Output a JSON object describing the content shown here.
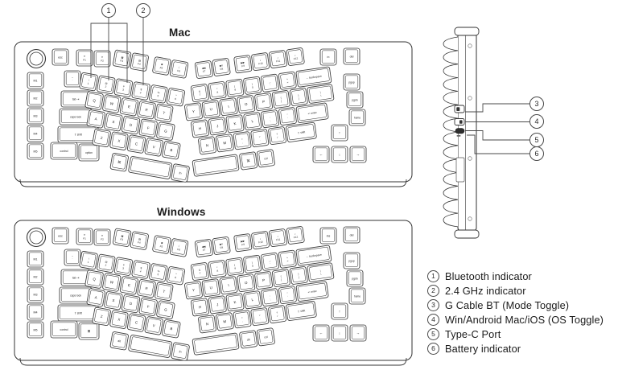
{
  "titles": {
    "mac": "Mac",
    "windows": "Windows"
  },
  "legend": {
    "items": [
      {
        "num": "1",
        "text": "Bluetooth indicator"
      },
      {
        "num": "2",
        "text": "2.4 GHz indicator"
      },
      {
        "num": "3",
        "text": "G Cable BT (Mode Toggle)"
      },
      {
        "num": "4",
        "text": "Win/Android Mac/iOS (OS Toggle)"
      },
      {
        "num": "5",
        "text": "Type-C Port"
      },
      {
        "num": "6",
        "text": "Battery indicator"
      }
    ]
  },
  "callouts": {
    "top": [
      "1",
      "2"
    ],
    "side": [
      "3",
      "4",
      "5",
      "6"
    ]
  },
  "colors": {
    "line": "#333333",
    "key_line": "#383838",
    "text": "#1a1a1a",
    "screw": "#8a8a8a",
    "port_fill": "#2e2e2e"
  },
  "keyboards": {
    "mac": {
      "name": "Mac",
      "keys": [
        "esc",
        "☀\nF1",
        "☀\nF2",
        "▦\nF3",
        "▤\nF4",
        "✱\nF5",
        "☾\nF6",
        "◀◀\nF7",
        "▶‖\nF8",
        "▶▶\nF9",
        "♪\nF10",
        "♪\nF11",
        "♪\nF12",
        "✂",
        "del",
        "pgup",
        "pgdn",
        "home",
        "M1",
        "M2",
        "M3",
        "M4",
        "M5",
        "~\n`",
        "!\n1",
        "@\n2",
        "#\n3",
        "$\n4",
        "%\n5",
        "^\n6",
        "&\n7",
        "*\n8",
        "(\n9",
        ")\n0",
        "_\n-",
        "+\n=",
        "← backspace",
        "tab ⇥",
        "Q",
        "W",
        "E",
        "R",
        "T",
        "Y",
        "U",
        "I",
        "O",
        "P",
        "{\n[",
        "}\n]",
        "|\n\\",
        "caps lock",
        "A",
        "S",
        "D",
        "F",
        "G",
        "H",
        "J",
        "K",
        "L",
        ":\n;",
        "\"\n'",
        "↵ enter",
        "⇧ shift",
        "Z",
        "X",
        "C",
        "V",
        "B",
        "N",
        "M",
        "<\n,",
        ">\n.",
        "?\n/",
        "⇧ shift",
        "control",
        "option",
        "⌘",
        "",
        "fn",
        "",
        "⌘",
        "ctrl",
        "↑",
        "←",
        "↓",
        "→"
      ]
    },
    "windows": {
      "name": "Windows",
      "keys": [
        "esc",
        "☀\nF1",
        "☀\nF2",
        "▦\nF3",
        "▤\nF4",
        "✱\nF5",
        "☾\nF6",
        "◀◀\nF7",
        "▶‖\nF8",
        "▶▶\nF9",
        "♪\nF10",
        "♪\nF11",
        "♪\nF12",
        "ins",
        "del",
        "pgup",
        "pgdn",
        "home",
        "M1",
        "M2",
        "M3",
        "M4",
        "M5",
        "~\n`",
        "!\n1",
        "@\n2",
        "#\n3",
        "$\n4",
        "%\n5",
        "^\n6",
        "&\n7",
        "*\n8",
        "(\n9",
        ")\n0",
        "_\n-",
        "+\n=",
        "← backspace",
        "tab ⇥",
        "Q",
        "W",
        "E",
        "R",
        "T",
        "Y",
        "U",
        "I",
        "O",
        "P",
        "{\n[",
        "}\n]",
        "|\n\\",
        "caps lock",
        "A",
        "S",
        "D",
        "F",
        "G",
        "H",
        "J",
        "K",
        "L",
        ":\n;",
        "\"\n'",
        "↵ enter",
        "⇧ shift",
        "Z",
        "X",
        "C",
        "V",
        "B",
        "N",
        "M",
        "<\n,",
        ">\n.",
        "?\n/",
        "⇧ shift",
        "control",
        "⊞",
        "alt",
        "",
        "fn",
        "",
        "alt",
        "ctrl",
        "↑",
        "←",
        "↓",
        "→"
      ]
    }
  },
  "side_view": {
    "parts": [
      "mode-toggle",
      "os-toggle",
      "type-c-port",
      "battery-indicator"
    ]
  }
}
